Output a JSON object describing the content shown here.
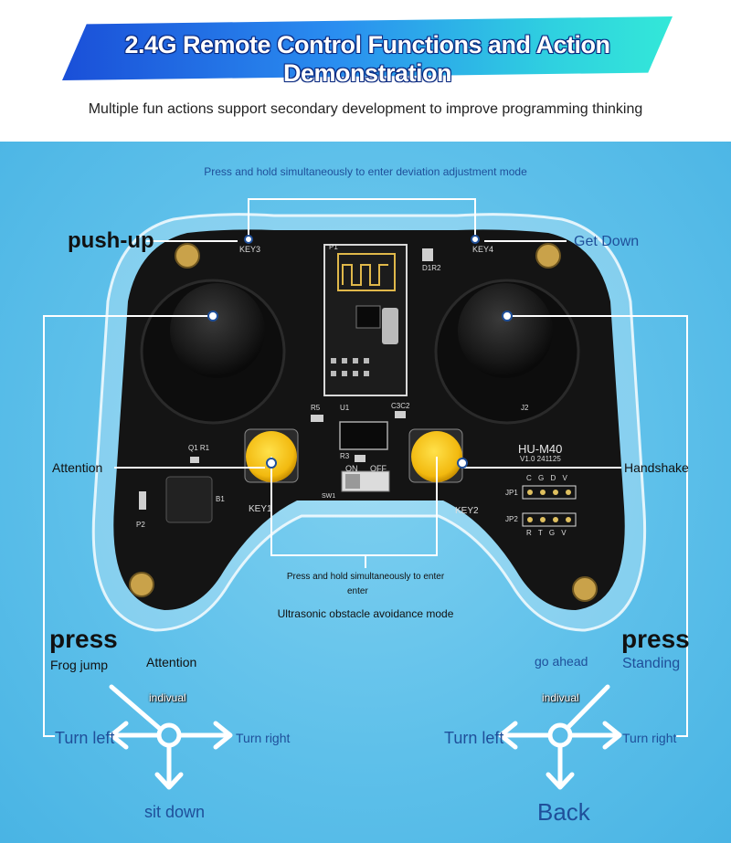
{
  "header": {
    "title": "2.4G Remote Control Functions and Action Demonstration",
    "subtitle": "Multiple fun actions support secondary development to improve programming thinking"
  },
  "top_note": "Press and hold simultaneously to enter deviation adjustment mode",
  "board": {
    "key3": "KEY3",
    "key4": "KEY4",
    "key1": "KEY1",
    "key2": "KEY2",
    "model": "HU-M40",
    "version": "V1.0  241125",
    "switch_on": "ON",
    "switch_off": "OFF",
    "jp1": "JP1",
    "jp2": "JP2",
    "jp1_pins": "C G D V",
    "jp2_pins": "R T G V",
    "p1": "P1",
    "p2": "P2",
    "u1": "U1",
    "r3": "R3",
    "r5": "R5",
    "c3c2": "C3C2",
    "d1r2": "D1R2",
    "q1r1": "Q1  R1",
    "j2": "J2",
    "sw1": "SW1",
    "b1": "B1"
  },
  "labels": {
    "push_up": "push-up",
    "get_down": "Get Down",
    "attention_left": "Attention",
    "handshake": "Handshake",
    "bottom_note": "Press and hold simultaneously to enter",
    "ultrasonic": "Ultrasonic obstacle avoidance mode"
  },
  "left_stick": {
    "press": "press",
    "press_action": "Frog jump",
    "up": "Attention",
    "center": "indivual",
    "left": "Turn left",
    "right": "Turn right",
    "down": "sit down"
  },
  "right_stick": {
    "press": "press",
    "press_action": "Standing",
    "up": "go ahead",
    "center": "indivual",
    "left": "Turn left",
    "right": "Turn right",
    "down": "Back"
  },
  "colors": {
    "banner_start": "#1a4fd8",
    "banner_end": "#33e8d8",
    "background": "#5ec0ea",
    "label_blue": "#1f4f9a",
    "button_yellow": "#f5c518",
    "board_black": "#141414"
  }
}
